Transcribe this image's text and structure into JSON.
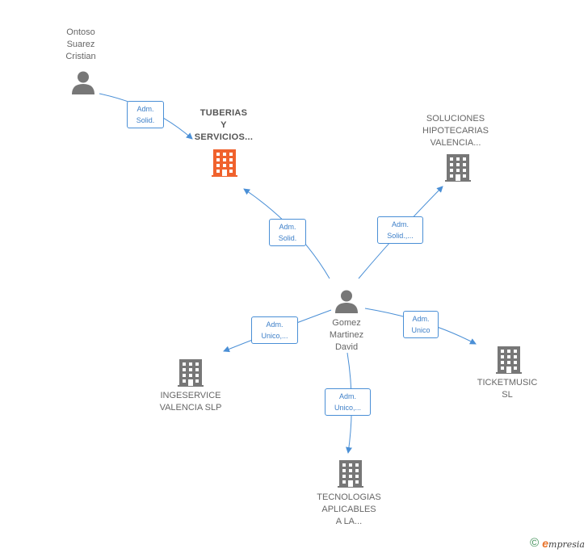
{
  "colors": {
    "edge": "#4a8fd6",
    "person": "#777777",
    "company": "#777777",
    "focus_company": "#f0622d"
  },
  "nodes": {
    "ontoso": {
      "label": "Ontoso\nSuarez\nCristian",
      "icon": "person-icon"
    },
    "tuberias": {
      "label": "TUBERIAS\nY\nSERVICIOS...",
      "icon": "building-icon"
    },
    "soluciones": {
      "label": "SOLUCIONES\nHIPOTECARIAS\nVALENCIA...",
      "icon": "building-icon"
    },
    "gomez": {
      "label": "Gomez\nMartinez\nDavid",
      "icon": "person-icon"
    },
    "ingeservice": {
      "label": "INGESERVICE\nVALENCIA  SLP",
      "icon": "building-icon"
    },
    "ticketmusic": {
      "label": "TICKETMUSIC\nSL",
      "icon": "building-icon"
    },
    "tecnologias": {
      "label": "TECNOLOGIAS\nAPLICABLES\nA LA...",
      "icon": "building-icon"
    }
  },
  "edges": {
    "ontoso_tuberias": "Adm.\nSolid.",
    "gomez_tuberias": "Adm.\nSolid.",
    "gomez_soluciones": "Adm.\nSolid.,...",
    "gomez_ingeservice": "Adm.\nUnico,...",
    "gomez_ticketmusic": "Adm.\nUnico",
    "gomez_tecnologias": "Adm.\nUnico,..."
  },
  "footer": {
    "copyright": "©",
    "brand_initial": "e",
    "brand_rest": "mpresia"
  }
}
